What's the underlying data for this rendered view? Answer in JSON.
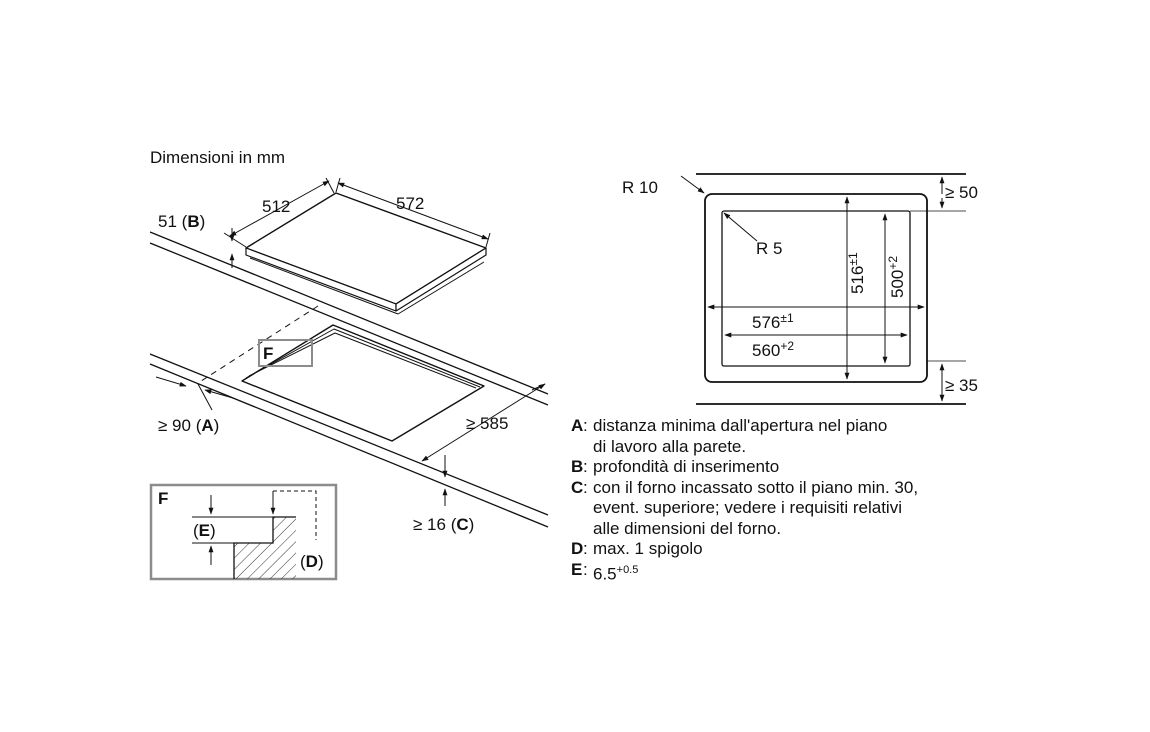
{
  "title": "Dimensioni in mm",
  "hob": {
    "depth": "512",
    "width": "572",
    "insertion_value": "51",
    "insertion_key": "B"
  },
  "cutout": {
    "detail_key": "F",
    "wall_distance": "≥ 90",
    "wall_key": "A",
    "worktop_depth": "≥ 585",
    "front_distance": "≥ 16",
    "front_key": "C"
  },
  "detail": {
    "title": "F",
    "edge_label": "(E)",
    "edge_key": "E",
    "corner_label": "(D)",
    "corner_key": "D"
  },
  "plan": {
    "outer_radius": "R 10",
    "inner_radius": "R 5",
    "top_clearance": "≥ 50",
    "bottom_clearance": "≥ 35",
    "outer_height": "516",
    "outer_height_tol": "±1",
    "inner_height": "500",
    "inner_height_tol": "+2",
    "outer_width": "576",
    "outer_width_tol": "±1",
    "inner_width": "560",
    "inner_width_tol": "+2"
  },
  "legend": [
    {
      "key": "A",
      "lines": [
        "distanza minima dall'apertura nel piano",
        "di lavoro alla parete."
      ]
    },
    {
      "key": "B",
      "lines": [
        "profondità di inserimento"
      ]
    },
    {
      "key": "C",
      "lines": [
        "con il forno incassato sotto il piano min. 30,",
        "event. superiore; vedere i requisiti relativi",
        "alle dimensioni del forno."
      ]
    },
    {
      "key": "D",
      "lines": [
        "max. 1 spigolo"
      ]
    },
    {
      "key": "E",
      "lines": [
        "6.5"
      ],
      "sup": "+0.5"
    }
  ],
  "colors": {
    "line": "#111111",
    "frame": "#8c8c8c"
  }
}
